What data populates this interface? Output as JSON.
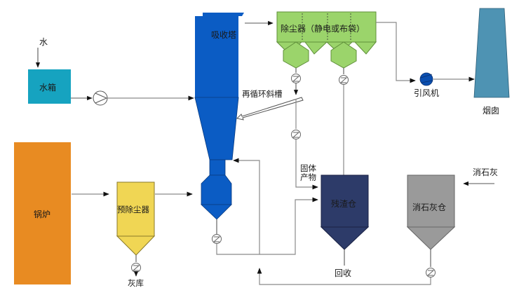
{
  "diagram": {
    "title": "",
    "colors": {
      "water_tank": "#16a3c0",
      "boiler": "#e88b22",
      "pre_collector": "#f0d654",
      "absorber": "#0b5cc4",
      "dust_collector": "#9bd46b",
      "fan": "#0b4fb0",
      "chimney": "#4e93b3",
      "residue_bin": "#2d3b69",
      "lime_bin": "#9a9a9a",
      "lines": "#8a8a8a"
    },
    "labels": {
      "water_input": "水",
      "water_tank": "水箱",
      "absorber": "吸收塔",
      "dust_collector": "除尘器（静电或布袋）",
      "fan": "引风机",
      "chimney": "烟囱",
      "recirc_chute": "再循环斜槽",
      "boiler": "锅炉",
      "pre_collector": "预除尘器",
      "ash_storage": "灰库",
      "solid_product_line1": "固体",
      "solid_product_line2": "产物",
      "residue_bin": "残渣仓",
      "recycle": "回收",
      "lime_bin": "消石灰仓",
      "lime_input": "消石灰"
    },
    "icons": {
      "pump": "pump-icon",
      "rotary_feeder": "rotary-valve-icon",
      "fan": "fan-icon"
    }
  }
}
